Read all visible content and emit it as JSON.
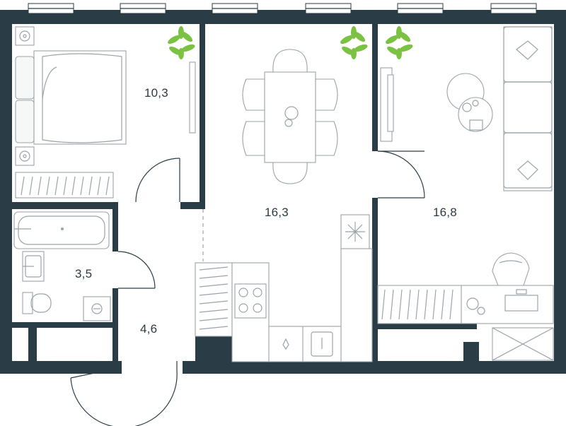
{
  "rooms": {
    "bedroom": {
      "area": "10,3"
    },
    "bathroom": {
      "area": "3,5"
    },
    "hallway": {
      "area": "4,6"
    },
    "kitchen_living": {
      "area": "16,3"
    },
    "living_room": {
      "area": "16,8"
    }
  },
  "colors": {
    "wall": "#2a3d46",
    "furniture_line": "#9aa3a8",
    "plant": "#7bc142"
  }
}
